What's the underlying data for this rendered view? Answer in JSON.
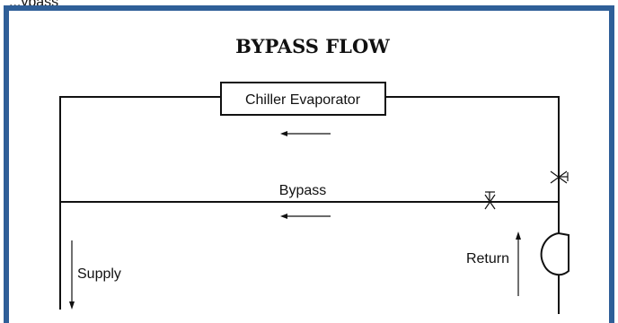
{
  "caption_fragment": "...ypass",
  "title": "BYPASS FLOW",
  "labels": {
    "evaporator": "Chiller Evaporator",
    "bypass": "Bypass",
    "supply": "Supply",
    "return": "Return"
  },
  "colors": {
    "frame_border": "#2f5f98",
    "line": "#111111",
    "background": "#ffffff"
  },
  "icons": {
    "valve_top": "valve-icon",
    "valve_bypass": "valve-icon",
    "pump": "pump-icon"
  }
}
